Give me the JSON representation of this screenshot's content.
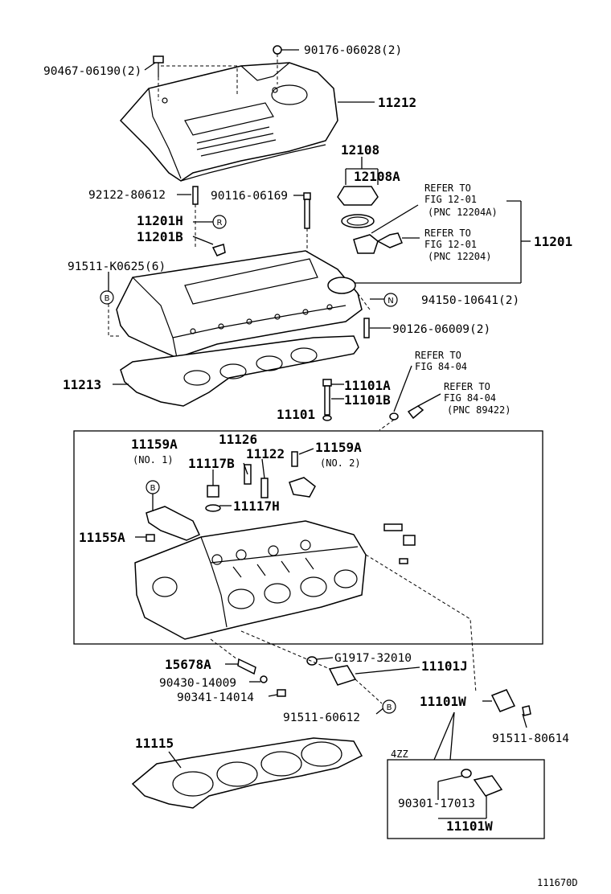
{
  "labels": {
    "p90176": "90176-06028(2)",
    "p90467": "90467-06190(2)",
    "p11212": "11212",
    "p12108": "12108",
    "p12108a": "12108A",
    "p92122": "92122-80612",
    "p90116": "90116-06169",
    "p11201h": "11201H",
    "p11201b": "11201B",
    "p91511k": "91511-K0625(6)",
    "p11201": "11201",
    "p94150": "94150-10641(2)",
    "p90126": "90126-06009(2)",
    "p11213": "11213",
    "p11101a": "11101A",
    "p11101b": "11101B",
    "p11101": "11101",
    "p11159a_1": "11159A",
    "p11126": "11126",
    "p11117b": "11117B",
    "p11122": "11122",
    "p11159a_2": "11159A",
    "p11117h": "11117H",
    "p11155a": "11155A",
    "p15678a": "15678A",
    "pg1917": "G1917-32010",
    "p11101j": "11101J",
    "p90430": "90430-14009",
    "p90341": "90341-14014",
    "p91511_60612": "91511-60612",
    "p11101w": "11101W",
    "p91511_80614": "91511-80614",
    "p11115": "11115",
    "p90301": "90301-17013",
    "p11101w_2": "11101W"
  },
  "notes": {
    "no1": "(NO. 1)",
    "no2": "(NO. 2)",
    "engine_4zz": "4ZZ",
    "diagram_id": "111670D"
  },
  "refs": {
    "ref1_a": "REFER TO",
    "ref1_b": "FIG 12-01",
    "ref1_c": "(PNC 12204A)",
    "ref2_a": "REFER TO",
    "ref2_b": "FIG 12-01",
    "ref2_c": "(PNC 12204)",
    "ref3_a": "REFER TO",
    "ref3_b": "FIG 84-04",
    "ref4_a": "REFER TO",
    "ref4_b": "FIG 84-04",
    "ref4_c": "(PNC 89422)"
  },
  "callouts": {
    "r": "R",
    "b": "B",
    "n": "N"
  }
}
